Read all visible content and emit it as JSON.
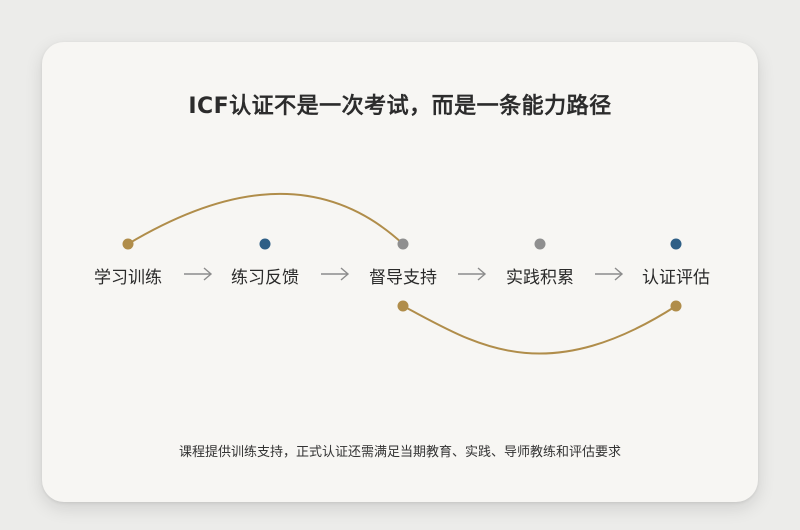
{
  "title": "ICF认证不是一次考试，而是一条能力路径",
  "steps": [
    {
      "label": "学习训练"
    },
    {
      "label": "练习反馈"
    },
    {
      "label": "督导支持"
    },
    {
      "label": "实践积累"
    },
    {
      "label": "认证评估"
    }
  ],
  "arrow_symbol": "arrow-right-icon",
  "colors": {
    "curve": "#b08d4a",
    "dot_gold": "#b08d4a",
    "dot_blue": "#2f5f86",
    "dot_gray": "#8f8f8f",
    "arrow": "#8c8c8c"
  },
  "footnote": "课程提供训练支持，正式认证还需满足当期教育、实践、导师教练和评估要求"
}
